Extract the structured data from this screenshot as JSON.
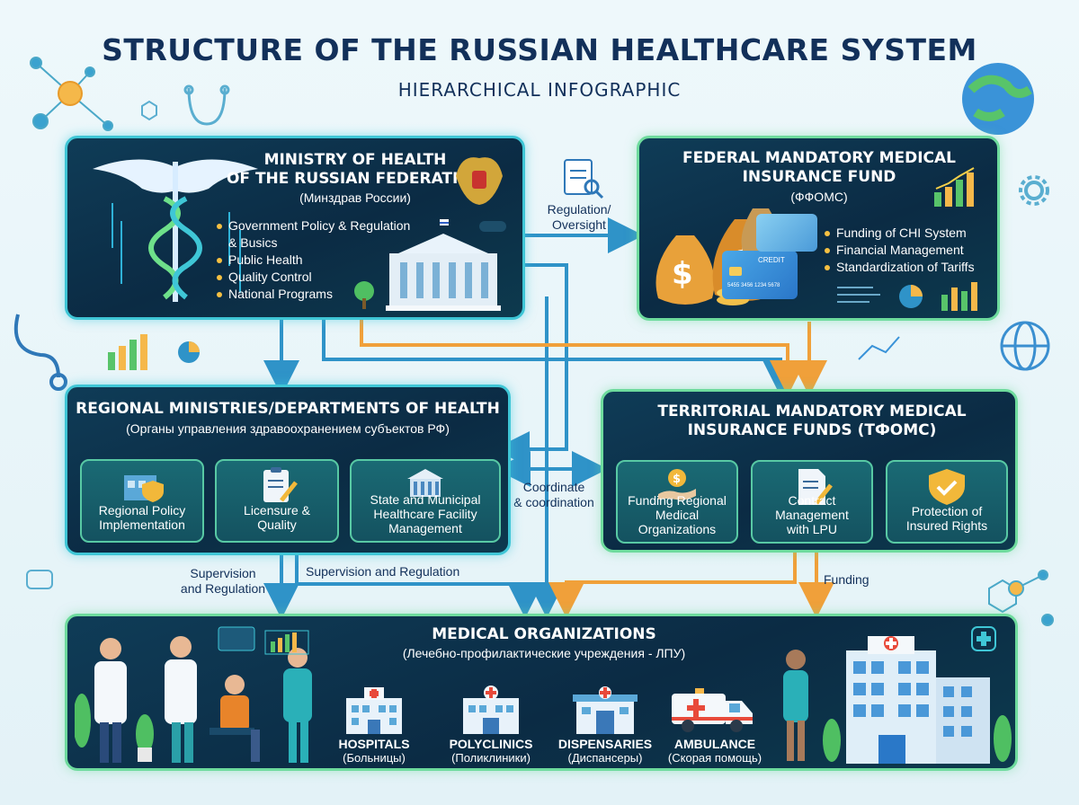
{
  "title": "STRUCTURE OF THE RUSSIAN HEALTHCARE SYSTEM",
  "subtitle": "HIERARCHICAL INFOGRAPHIC",
  "ministry": {
    "title_line1": "MINISTRY OF HEALTH",
    "title_line2": "OF THE RUSSIAN FEDERATION",
    "russian": "(Минздрав России)",
    "items": [
      "Government Policy & Regulation",
      "& Busics",
      "Public Health",
      "Quality Control",
      "National Programs"
    ]
  },
  "federal_fund": {
    "title_line1": "FEDERAL MANDATORY MEDICAL",
    "title_line2": "INSURANCE FUND",
    "russian": "(ФФОМС)",
    "items": [
      "Funding of CHI System",
      "Financial Management",
      "Standardization of Tariffs"
    ],
    "card_label": "CREDIT",
    "card_number": "5455 3456 1234 5678"
  },
  "regional": {
    "title": "REGIONAL MINISTRIES/DEPARTMENTS OF HEALTH",
    "russian": "(Органы управления здравоохранением субъектов РФ)",
    "boxes": [
      {
        "label_line1": "Regional Policy",
        "label_line2": "Implementation",
        "label_line3": ""
      },
      {
        "label_line1": "Licensure &",
        "label_line2": "Quality",
        "label_line3": ""
      },
      {
        "label_line1": "State and Municipal",
        "label_line2": "Healthcare Facility",
        "label_line3": "Management"
      }
    ]
  },
  "territorial": {
    "title_line1": "TERRITORIAL MANDATORY MEDICAL",
    "title_line2": "INSURANCE FUNDS (ТФОМС)",
    "boxes": [
      {
        "label_line1": "Funding Regional",
        "label_line2": "Medical",
        "label_line3": "Organizations"
      },
      {
        "label_line1": "Contract",
        "label_line2": "Management",
        "label_line3": "with LPU"
      },
      {
        "label_line1": "Protection of",
        "label_line2": "Insured Rights",
        "label_line3": ""
      }
    ]
  },
  "medical": {
    "title": "MEDICAL ORGANIZATIONS",
    "russian": "(Лечебно-профилактические учреждения - ЛПУ)",
    "orgs": [
      {
        "name": "HOSPITALS",
        "russian": "(Больницы)"
      },
      {
        "name": "POLYCLINICS",
        "russian": "(Поликлиники)"
      },
      {
        "name": "DISPENSARIES",
        "russian": "(Диспансеры)"
      },
      {
        "name": "AMBULANCE",
        "russian": "(Скорая помощь)"
      }
    ]
  },
  "arrows": {
    "regulation_line1": "Regulation/",
    "regulation_line2": "Oversight",
    "coordinate_line1": "Coordinate",
    "coordinate_line2": "& coordination",
    "supervision_left_line1": "Supervision",
    "supervision_left_line2": "and Regulation",
    "supervision_mid": "Supervision and Regulation",
    "funding": "Funding"
  },
  "colors": {
    "navy": "#12305a",
    "blue_arrow": "#2f93c8",
    "orange_arrow": "#f0a03a",
    "cyan_border": "#3fc6d6",
    "green_border": "#6edb9d"
  }
}
